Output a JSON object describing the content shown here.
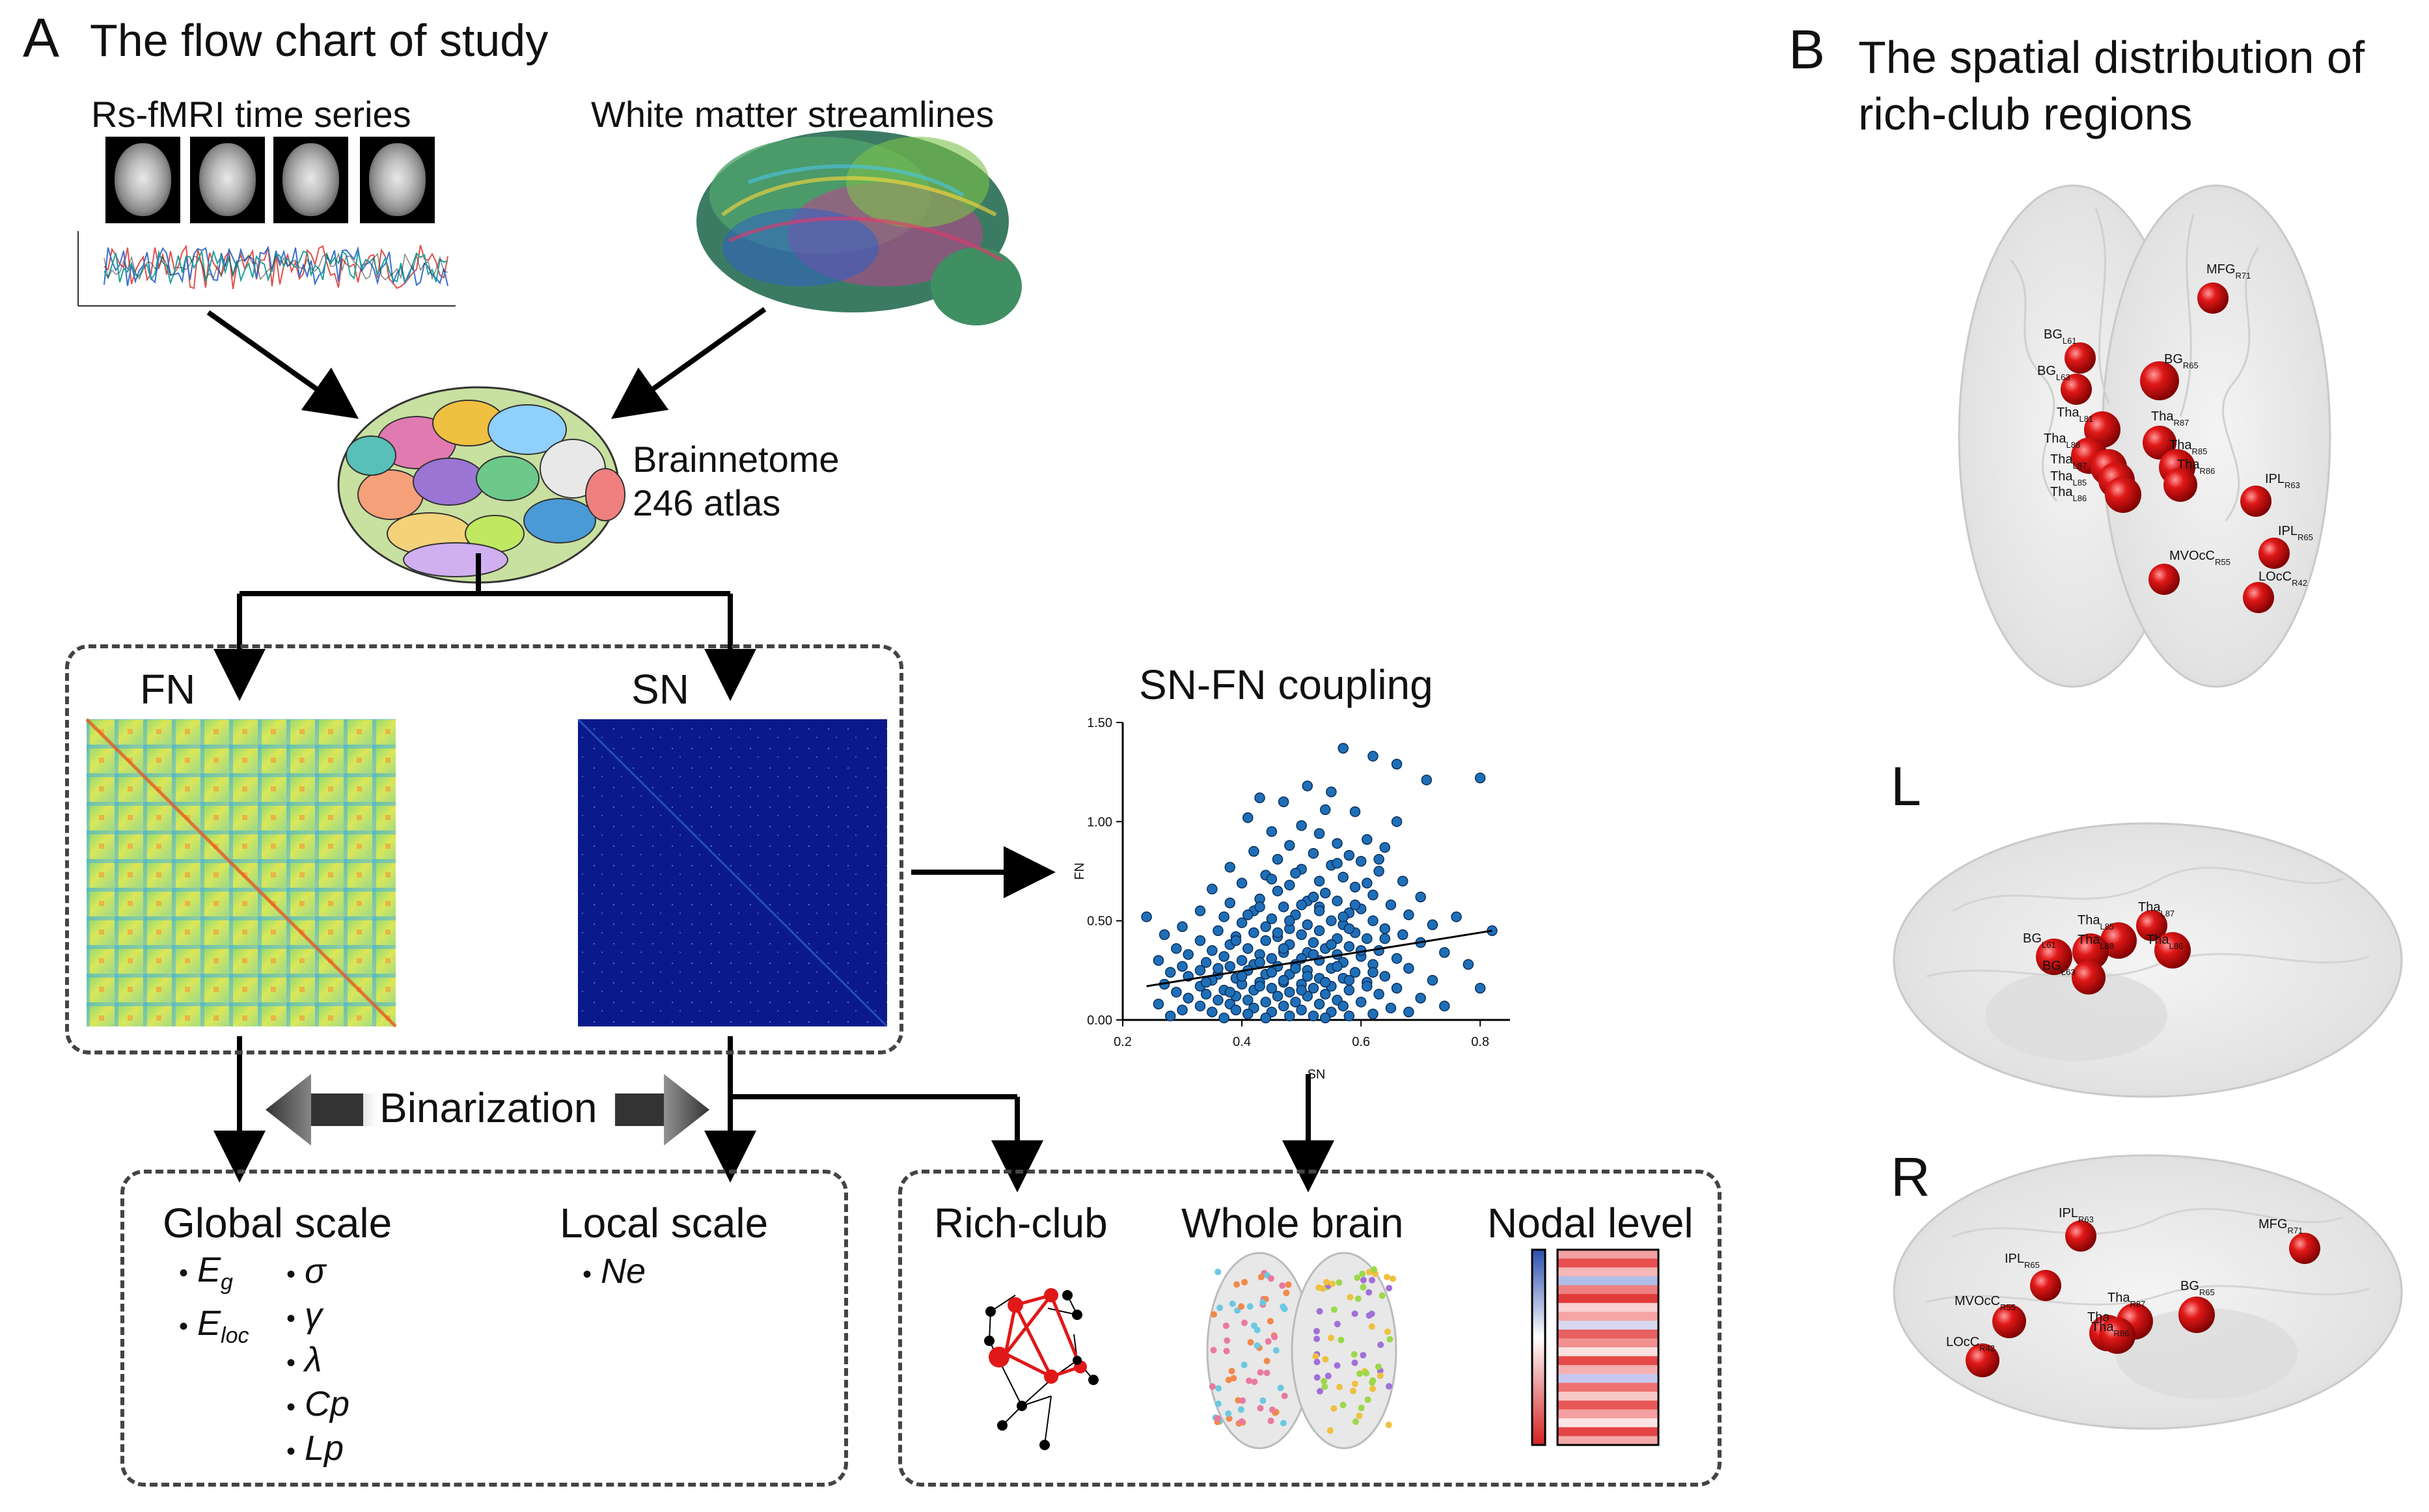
{
  "panel_a": {
    "letter": "A",
    "title": "The flow chart of study",
    "rsfmri_label": "Rs-fMRI time series",
    "wm_label": "White matter streamlines",
    "atlas_line1": "Brainnetome",
    "atlas_line2": "246 atlas",
    "fn_label": "FN",
    "sn_label": "SN",
    "coupling_title": "SN-FN coupling",
    "binarization_label": "Binarization",
    "global_scale": {
      "title": "Global scale",
      "metrics_left": [
        {
          "main": "E",
          "sub": "g"
        },
        {
          "main": "E",
          "sub": "loc"
        }
      ],
      "metrics_right": [
        "σ",
        "γ",
        "λ",
        "Cp",
        "Lp"
      ]
    },
    "local_scale": {
      "title": "Local scale",
      "metrics": [
        "Ne"
      ]
    },
    "analysis": {
      "rich_club": "Rich-club",
      "whole_brain": "Whole brain",
      "nodal_level": "Nodal level"
    }
  },
  "panel_b": {
    "letter": "B",
    "title_line1": "The spatial distribution of",
    "title_line2": "rich-club regions",
    "view_l": "L",
    "view_r": "R"
  },
  "chart_data": {
    "type": "scatter",
    "title": "SN-FN coupling",
    "xlabel": "SN",
    "ylabel": "FN",
    "xlim": [
      0.2,
      0.85
    ],
    "ylim": [
      0.0,
      1.5
    ],
    "xticks": [
      "0.2",
      "0.4",
      "0.6",
      "0.8"
    ],
    "yticks": [
      "0.00",
      "0.50",
      "1.00",
      "1.50"
    ],
    "point_color": "#1f6fb8",
    "trend": {
      "x": [
        0.24,
        0.82
      ],
      "y": [
        0.17,
        0.45
      ]
    },
    "points": [
      [
        0.57,
        1.37
      ],
      [
        0.62,
        1.33
      ],
      [
        0.66,
        1.29
      ],
      [
        0.8,
        1.22
      ],
      [
        0.71,
        1.21
      ],
      [
        0.51,
        1.18
      ],
      [
        0.55,
        1.15
      ],
      [
        0.43,
        1.12
      ],
      [
        0.47,
        1.1
      ],
      [
        0.54,
        1.06
      ],
      [
        0.59,
        1.05
      ],
      [
        0.41,
        1.02
      ],
      [
        0.66,
        1.0
      ],
      [
        0.5,
        0.98
      ],
      [
        0.45,
        0.95
      ],
      [
        0.53,
        0.94
      ],
      [
        0.61,
        0.91
      ],
      [
        0.56,
        0.89
      ],
      [
        0.48,
        0.88
      ],
      [
        0.64,
        0.87
      ],
      [
        0.42,
        0.85
      ],
      [
        0.52,
        0.84
      ],
      [
        0.58,
        0.83
      ],
      [
        0.46,
        0.81
      ],
      [
        0.6,
        0.8
      ],
      [
        0.55,
        0.78
      ],
      [
        0.38,
        0.77
      ],
      [
        0.5,
        0.76
      ],
      [
        0.63,
        0.75
      ],
      [
        0.44,
        0.73
      ],
      [
        0.57,
        0.72
      ],
      [
        0.53,
        0.7
      ],
      [
        0.67,
        0.7
      ],
      [
        0.4,
        0.69
      ],
      [
        0.48,
        0.68
      ],
      [
        0.59,
        0.67
      ],
      [
        0.35,
        0.66
      ],
      [
        0.46,
        0.65
      ],
      [
        0.54,
        0.64
      ],
      [
        0.62,
        0.63
      ],
      [
        0.7,
        0.62
      ],
      [
        0.43,
        0.61
      ],
      [
        0.51,
        0.6
      ],
      [
        0.56,
        0.6
      ],
      [
        0.38,
        0.59
      ],
      [
        0.65,
        0.58
      ],
      [
        0.47,
        0.57
      ],
      [
        0.53,
        0.57
      ],
      [
        0.6,
        0.56
      ],
      [
        0.33,
        0.55
      ],
      [
        0.42,
        0.55
      ],
      [
        0.58,
        0.54
      ],
      [
        0.49,
        0.53
      ],
      [
        0.68,
        0.53
      ],
      [
        0.76,
        0.52
      ],
      [
        0.24,
        0.52
      ],
      [
        0.37,
        0.52
      ],
      [
        0.45,
        0.51
      ],
      [
        0.55,
        0.5
      ],
      [
        0.62,
        0.5
      ],
      [
        0.4,
        0.49
      ],
      [
        0.51,
        0.48
      ],
      [
        0.57,
        0.48
      ],
      [
        0.72,
        0.48
      ],
      [
        0.3,
        0.47
      ],
      [
        0.44,
        0.47
      ],
      [
        0.48,
        0.46
      ],
      [
        0.64,
        0.46
      ],
      [
        0.36,
        0.45
      ],
      [
        0.53,
        0.45
      ],
      [
        0.59,
        0.44
      ],
      [
        0.82,
        0.45
      ],
      [
        0.42,
        0.44
      ],
      [
        0.27,
        0.43
      ],
      [
        0.5,
        0.43
      ],
      [
        0.67,
        0.43
      ],
      [
        0.39,
        0.42
      ],
      [
        0.46,
        0.42
      ],
      [
        0.56,
        0.41
      ],
      [
        0.61,
        0.41
      ],
      [
        0.33,
        0.4
      ],
      [
        0.44,
        0.4
      ],
      [
        0.52,
        0.39
      ],
      [
        0.7,
        0.39
      ],
      [
        0.38,
        0.38
      ],
      [
        0.48,
        0.38
      ],
      [
        0.58,
        0.37
      ],
      [
        0.29,
        0.36
      ],
      [
        0.41,
        0.36
      ],
      [
        0.54,
        0.36
      ],
      [
        0.63,
        0.35
      ],
      [
        0.35,
        0.35
      ],
      [
        0.47,
        0.34
      ],
      [
        0.51,
        0.34
      ],
      [
        0.74,
        0.34
      ],
      [
        0.31,
        0.33
      ],
      [
        0.43,
        0.33
      ],
      [
        0.56,
        0.33
      ],
      [
        0.6,
        0.32
      ],
      [
        0.37,
        0.32
      ],
      [
        0.45,
        0.31
      ],
      [
        0.5,
        0.31
      ],
      [
        0.66,
        0.31
      ],
      [
        0.26,
        0.3
      ],
      [
        0.4,
        0.3
      ],
      [
        0.53,
        0.3
      ],
      [
        0.57,
        0.29
      ],
      [
        0.34,
        0.29
      ],
      [
        0.42,
        0.28
      ],
      [
        0.49,
        0.28
      ],
      [
        0.62,
        0.28
      ],
      [
        0.78,
        0.28
      ],
      [
        0.3,
        0.27
      ],
      [
        0.38,
        0.27
      ],
      [
        0.46,
        0.27
      ],
      [
        0.55,
        0.26
      ],
      [
        0.68,
        0.26
      ],
      [
        0.33,
        0.25
      ],
      [
        0.41,
        0.25
      ],
      [
        0.51,
        0.25
      ],
      [
        0.59,
        0.24
      ],
      [
        0.28,
        0.24
      ],
      [
        0.36,
        0.23
      ],
      [
        0.44,
        0.23
      ],
      [
        0.48,
        0.23
      ],
      [
        0.64,
        0.22
      ],
      [
        0.31,
        0.22
      ],
      [
        0.39,
        0.21
      ],
      [
        0.53,
        0.21
      ],
      [
        0.57,
        0.21
      ],
      [
        0.72,
        0.2
      ],
      [
        0.35,
        0.2
      ],
      [
        0.43,
        0.19
      ],
      [
        0.47,
        0.19
      ],
      [
        0.61,
        0.19
      ],
      [
        0.27,
        0.18
      ],
      [
        0.4,
        0.18
      ],
      [
        0.5,
        0.18
      ],
      [
        0.55,
        0.17
      ],
      [
        0.33,
        0.17
      ],
      [
        0.45,
        0.16
      ],
      [
        0.52,
        0.16
      ],
      [
        0.66,
        0.16
      ],
      [
        0.8,
        0.16
      ],
      [
        0.37,
        0.15
      ],
      [
        0.42,
        0.15
      ],
      [
        0.58,
        0.15
      ],
      [
        0.29,
        0.14
      ],
      [
        0.48,
        0.14
      ],
      [
        0.54,
        0.13
      ],
      [
        0.63,
        0.13
      ],
      [
        0.34,
        0.13
      ],
      [
        0.39,
        0.12
      ],
      [
        0.46,
        0.12
      ],
      [
        0.51,
        0.12
      ],
      [
        0.7,
        0.11
      ],
      [
        0.31,
        0.11
      ],
      [
        0.41,
        0.1
      ],
      [
        0.56,
        0.1
      ],
      [
        0.36,
        0.1
      ],
      [
        0.44,
        0.09
      ],
      [
        0.49,
        0.09
      ],
      [
        0.6,
        0.09
      ],
      [
        0.26,
        0.08
      ],
      [
        0.38,
        0.08
      ],
      [
        0.53,
        0.08
      ],
      [
        0.33,
        0.07
      ],
      [
        0.47,
        0.07
      ],
      [
        0.57,
        0.07
      ],
      [
        0.42,
        0.06
      ],
      [
        0.65,
        0.06
      ],
      [
        0.3,
        0.05
      ],
      [
        0.39,
        0.05
      ],
      [
        0.5,
        0.05
      ],
      [
        0.45,
        0.04
      ],
      [
        0.55,
        0.04
      ],
      [
        0.35,
        0.04
      ],
      [
        0.62,
        0.03
      ],
      [
        0.41,
        0.03
      ],
      [
        0.48,
        0.02
      ],
      [
        0.52,
        0.02
      ],
      [
        0.58,
        0.02
      ],
      [
        0.37,
        0.01
      ],
      [
        0.44,
        0.01
      ],
      [
        0.54,
        0.01
      ],
      [
        0.28,
        0.02
      ],
      [
        0.68,
        0.04
      ],
      [
        0.74,
        0.07
      ],
      [
        0.59,
        0.58
      ],
      [
        0.52,
        0.62
      ],
      [
        0.45,
        0.71
      ],
      [
        0.61,
        0.69
      ],
      [
        0.49,
        0.74
      ],
      [
        0.56,
        0.79
      ],
      [
        0.63,
        0.81
      ],
      [
        0.43,
        0.57
      ],
      [
        0.57,
        0.52
      ],
      [
        0.53,
        0.55
      ],
      [
        0.48,
        0.5
      ],
      [
        0.5,
        0.58
      ],
      [
        0.46,
        0.44
      ],
      [
        0.58,
        0.46
      ],
      [
        0.41,
        0.53
      ],
      [
        0.64,
        0.41
      ],
      [
        0.39,
        0.4
      ],
      [
        0.55,
        0.38
      ],
      [
        0.47,
        0.36
      ],
      [
        0.6,
        0.35
      ],
      [
        0.52,
        0.33
      ],
      [
        0.43,
        0.29
      ],
      [
        0.56,
        0.27
      ],
      [
        0.49,
        0.26
      ],
      [
        0.62,
        0.24
      ],
      [
        0.36,
        0.26
      ],
      [
        0.45,
        0.24
      ],
      [
        0.51,
        0.22
      ],
      [
        0.58,
        0.2
      ],
      [
        0.4,
        0.22
      ],
      [
        0.47,
        0.2
      ],
      [
        0.54,
        0.19
      ],
      [
        0.34,
        0.19
      ],
      [
        0.61,
        0.17
      ],
      [
        0.43,
        0.17
      ],
      [
        0.5,
        0.15
      ],
      [
        0.38,
        0.14
      ]
    ]
  },
  "brain_labels": {
    "top": [
      {
        "main": "MFG",
        "sub": "R71"
      },
      {
        "main": "BG",
        "sub": "L61"
      },
      {
        "main": "BG",
        "sub": "L63"
      },
      {
        "main": "BG",
        "sub": "R65"
      },
      {
        "main": "Tha",
        "sub": "L81"
      },
      {
        "main": "Tha",
        "sub": "L88"
      },
      {
        "main": "Tha",
        "sub": "R87"
      },
      {
        "main": "Tha",
        "sub": "L87"
      },
      {
        "main": "Tha",
        "sub": "L85"
      },
      {
        "main": "Tha",
        "sub": "R85"
      },
      {
        "main": "Tha",
        "sub": "L86"
      },
      {
        "main": "Tha",
        "sub": "R86"
      },
      {
        "main": "IPL",
        "sub": "R63"
      },
      {
        "main": "IPL",
        "sub": "R65"
      },
      {
        "main": "MVOcC",
        "sub": "R55"
      },
      {
        "main": "LOcC",
        "sub": "R42"
      }
    ],
    "left": [
      {
        "main": "Tha",
        "sub": "L87"
      },
      {
        "main": "Tha",
        "sub": "L85"
      },
      {
        "main": "Tha",
        "sub": "L88"
      },
      {
        "main": "Tha",
        "sub": "L86"
      },
      {
        "main": "BG",
        "sub": "L61"
      },
      {
        "main": "BG",
        "sub": "L63"
      }
    ],
    "right": [
      {
        "main": "IPL",
        "sub": "R63"
      },
      {
        "main": "MFG",
        "sub": "R71"
      },
      {
        "main": "IPL",
        "sub": "R65"
      },
      {
        "main": "BG",
        "sub": "R65"
      },
      {
        "main": "Tha",
        "sub": "R87"
      },
      {
        "main": "MVOcC",
        "sub": "R55"
      },
      {
        "main": "Tha",
        "sub": "R85"
      },
      {
        "main": "Tha",
        "sub": "R86"
      },
      {
        "main": "LOcC",
        "sub": "R42"
      }
    ]
  }
}
